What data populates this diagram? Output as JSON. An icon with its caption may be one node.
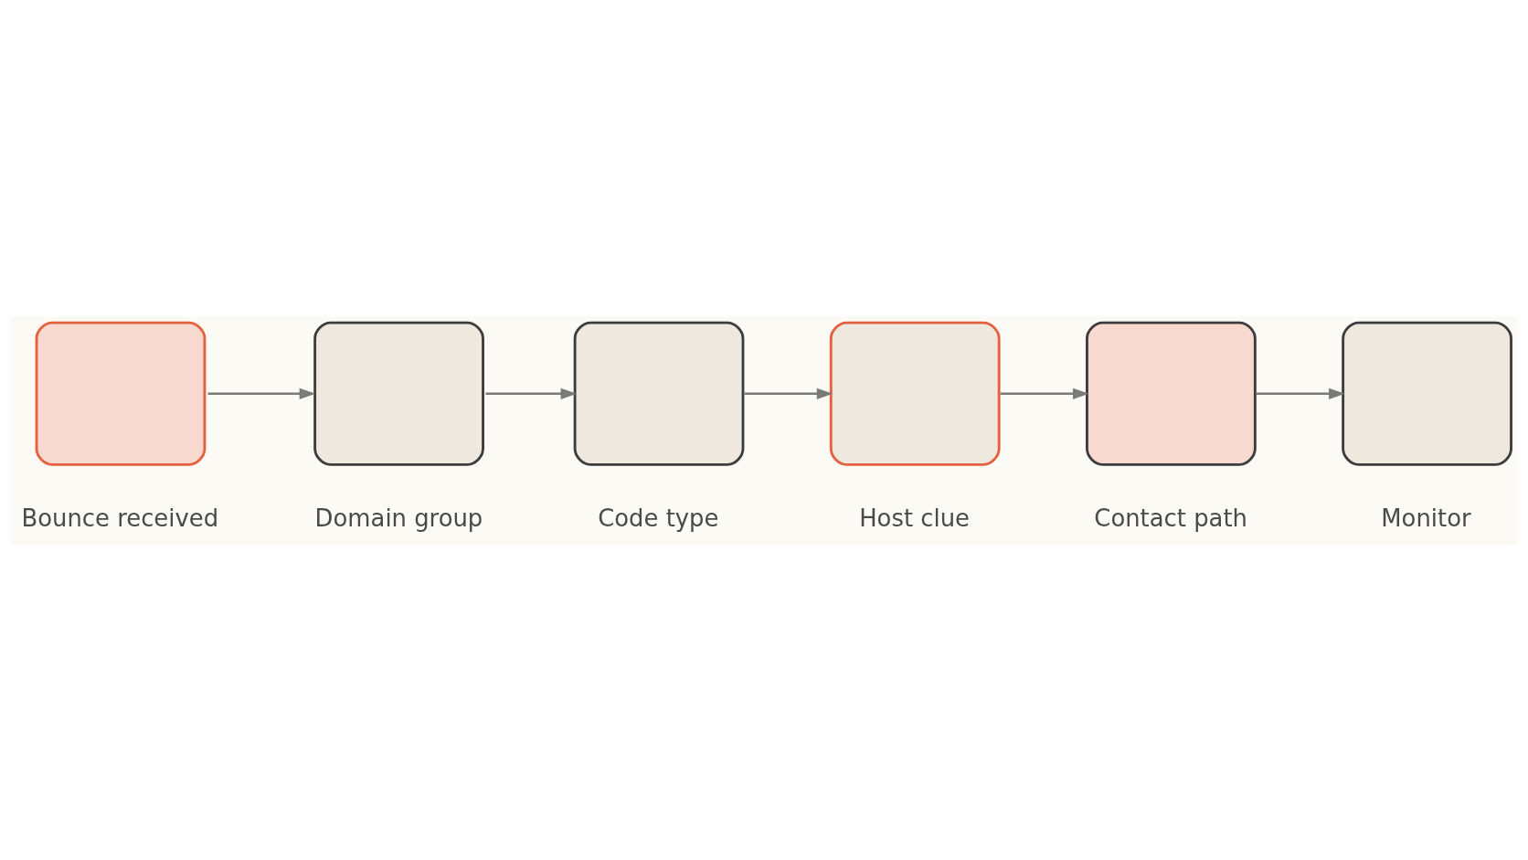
{
  "diagram": {
    "nodes": [
      {
        "text": [
          "Bounce received"
        ]
      },
      {
        "text": [
          "Domain group"
        ]
      },
      {
        "text": [
          "Code type"
        ]
      },
      {
        "text": [
          "Host clue"
        ]
      },
      {
        "text": [
          "Contact path"
        ]
      },
      {
        "text": [
          "Monitor"
        ]
      }
    ],
    "edges": [
      {
        "from": 0,
        "to": 1,
        "arrow": "to"
      },
      {
        "from": 1,
        "to": 2,
        "arrow": "to"
      },
      {
        "from": 2,
        "to": 3,
        "arrow": "to"
      },
      {
        "from": 3,
        "to": 4,
        "arrow": "to"
      },
      {
        "from": 4,
        "to": 5,
        "arrow": "to"
      }
    ]
  }
}
